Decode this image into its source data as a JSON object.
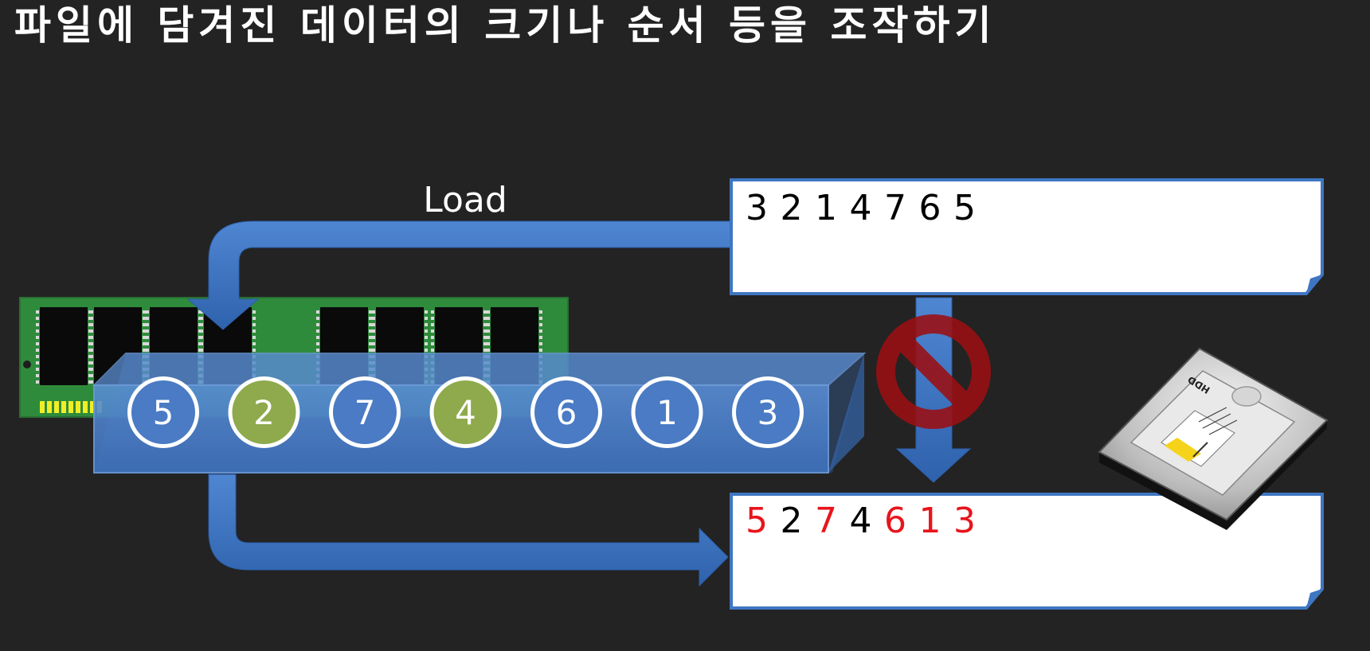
{
  "title": "파일에 담겨진 데이터의 크기나 순서 등을 조작하기",
  "arrow_label": "Load",
  "file_top": {
    "digits": [
      {
        "text": "3",
        "color": "#000000"
      },
      {
        "text": "2",
        "color": "#000000"
      },
      {
        "text": "1",
        "color": "#000000"
      },
      {
        "text": "4",
        "color": "#000000"
      },
      {
        "text": "7",
        "color": "#000000"
      },
      {
        "text": "6",
        "color": "#000000"
      },
      {
        "text": "5",
        "color": "#000000"
      }
    ]
  },
  "file_bottom": {
    "digits": [
      {
        "text": "5",
        "color": "#e8141b"
      },
      {
        "text": "2",
        "color": "#000000"
      },
      {
        "text": "7",
        "color": "#e8141b"
      },
      {
        "text": "4",
        "color": "#000000"
      },
      {
        "text": "6",
        "color": "#e8141b"
      },
      {
        "text": "1",
        "color": "#e8141b"
      },
      {
        "text": "3",
        "color": "#e8141b"
      }
    ]
  },
  "memory_values": [
    {
      "text": "5",
      "color": "#4a7bc4"
    },
    {
      "text": "2",
      "color": "#8eaa4c"
    },
    {
      "text": "7",
      "color": "#4a7bc4"
    },
    {
      "text": "4",
      "color": "#8eaa4c"
    },
    {
      "text": "6",
      "color": "#4a7bc4"
    },
    {
      "text": "1",
      "color": "#4a7bc4"
    },
    {
      "text": "3",
      "color": "#4a7bc4"
    }
  ],
  "hdd_label": "HDD",
  "colors": {
    "background": "#232323",
    "arrow_blue": "#3f76c2",
    "prohibit_red": "#9b0f12",
    "ram_green": "#2f8b3c"
  }
}
